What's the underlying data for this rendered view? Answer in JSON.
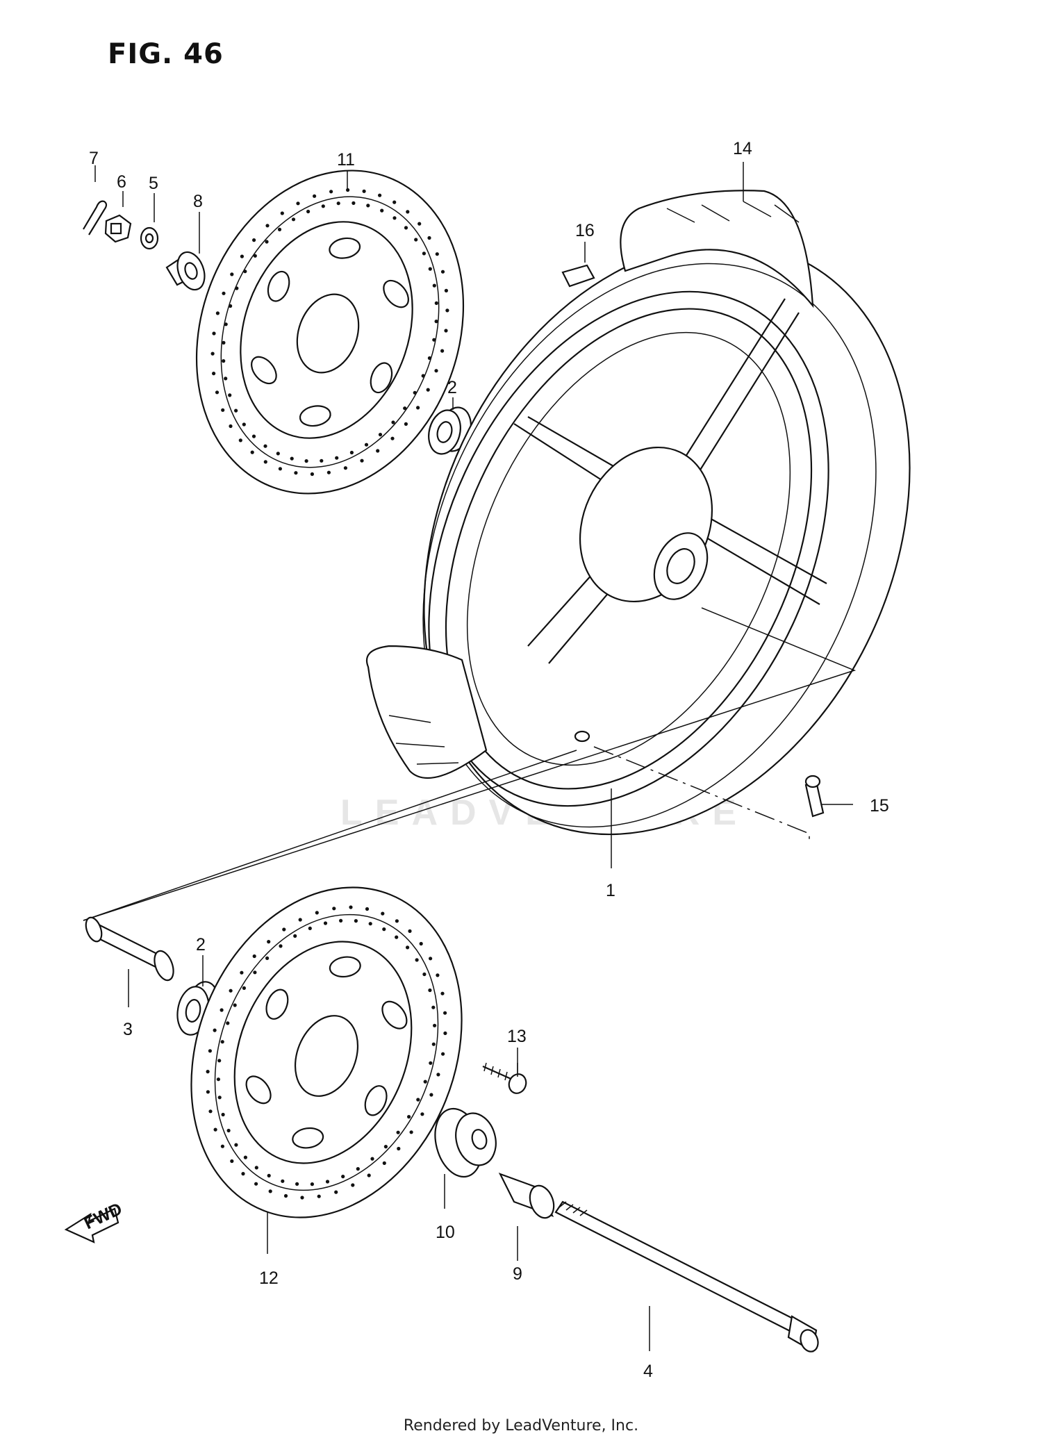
{
  "figure": {
    "title": "FIG. 46"
  },
  "footer": {
    "text": "Rendered by LeadVenture, Inc."
  },
  "watermark": {
    "text": "LEADVENTURE"
  },
  "fwd_arrow": {
    "label": "FWD"
  },
  "callouts": {
    "c1": "1",
    "c2a": "2",
    "c2b": "2",
    "c3": "3",
    "c4": "4",
    "c5": "5",
    "c6": "6",
    "c7": "7",
    "c8": "8",
    "c9": "9",
    "c10": "10",
    "c11": "11",
    "c12": "12",
    "c13": "13",
    "c14": "14",
    "c15": "15",
    "c16": "16"
  }
}
